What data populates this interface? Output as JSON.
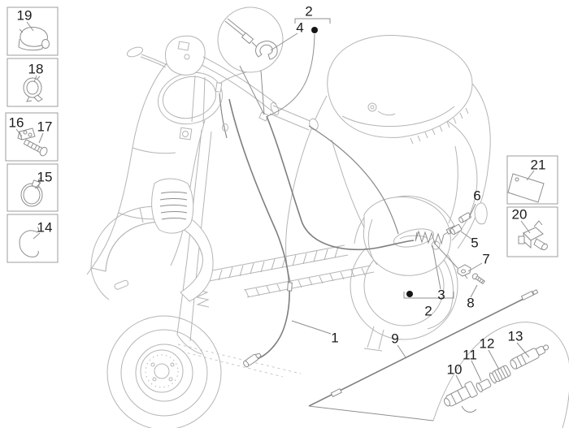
{
  "figure": {
    "kind": "exploded-parts-diagram",
    "subject": "scooter-line-drawing"
  },
  "palette": {
    "background": "#ffffff",
    "art_line": "#b5b5b5",
    "art_dark": "#8e8e8e",
    "cable_line": "#7e7e7e",
    "leader_line": "#8f8f8f",
    "box_border": "#9c9c9c",
    "label_text": "#1c1c1c",
    "marker_dot": "#151515"
  },
  "icons": {
    "assembly_marker_dot": "filled-circle",
    "group_bracket": "square-bracket"
  },
  "labels": {
    "p1": "1",
    "p2_top": "2",
    "p2_mid": "2",
    "p3": "3",
    "p4": "4",
    "p5": "5",
    "p6": "6",
    "p7": "7",
    "p8": "8",
    "p9": "9",
    "p10": "10",
    "p11": "11",
    "p12": "12",
    "p13": "13",
    "p14": "14",
    "p15": "15",
    "p16": "16",
    "p17": "17",
    "p18": "18",
    "p19": "19",
    "p20": "20",
    "p21": "21"
  }
}
